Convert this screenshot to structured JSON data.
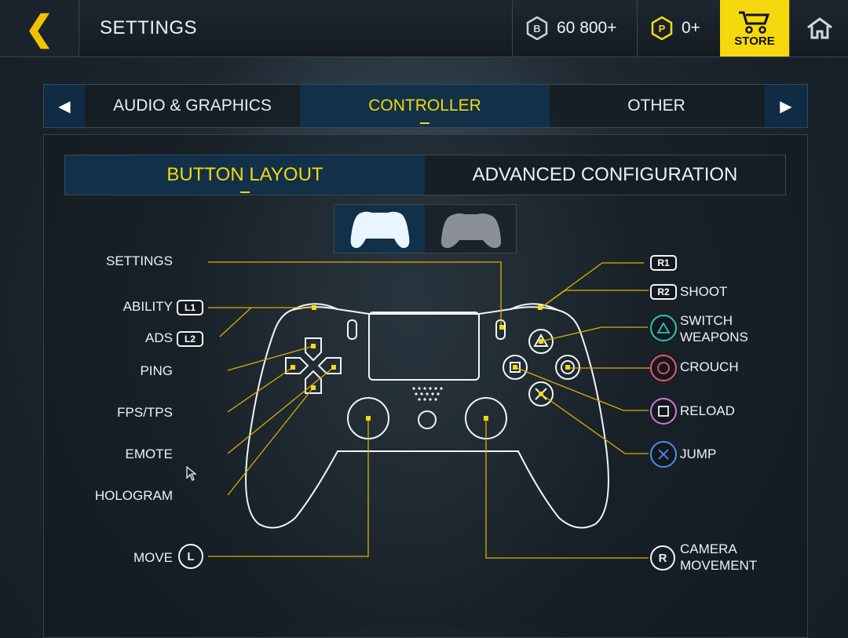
{
  "header": {
    "title": "SETTINGS",
    "currency_b": "60 800+",
    "currency_p": "0+",
    "store_label": "STORE",
    "accent": "#f5d90e"
  },
  "tabs": [
    {
      "label": "AUDIO & GRAPHICS",
      "active": false
    },
    {
      "label": "CONTROLLER",
      "active": true
    },
    {
      "label": "OTHER",
      "active": false
    }
  ],
  "subtabs": [
    {
      "label": "BUTTON LAYOUT",
      "active": true
    },
    {
      "label": "ADVANCED CONFIGURATION",
      "active": false
    }
  ],
  "controller_options": [
    {
      "icon": "playstation-controller-icon",
      "active": true
    },
    {
      "icon": "xbox-controller-icon",
      "active": false
    }
  ],
  "mapping": {
    "left": {
      "settings": "SETTINGS",
      "ability": "ABILITY",
      "ability_key": "L1",
      "ads": "ADS",
      "ads_key": "L2",
      "ping": "PING",
      "fps_tps": "FPS/TPS",
      "emote": "EMOTE",
      "hologram": "HOLOGRAM",
      "move": "MOVE",
      "move_key": "L"
    },
    "right": {
      "r1_key": "R1",
      "shoot_key": "R2",
      "shoot": "SHOOT",
      "switch_weapons_1": "SWITCH",
      "switch_weapons_2": "WEAPONS",
      "crouch": "CROUCH",
      "reload": "RELOAD",
      "jump": "JUMP",
      "camera_key": "R",
      "camera_1": "CAMERA",
      "camera_2": "MOVEMENT"
    },
    "colors": {
      "triangle": "#2ec4b6",
      "circle": "#e8566b",
      "square": "#d07ad6",
      "cross": "#4f8fe6",
      "line": "#d9b000"
    }
  }
}
